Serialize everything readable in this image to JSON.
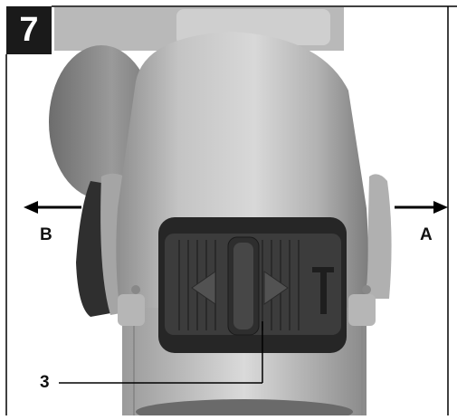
{
  "figure": {
    "number": "7",
    "label_a": "A",
    "label_b": "B",
    "label_3": "3",
    "colors": {
      "frame": "#000000",
      "badge": "#1a1a1a",
      "metal_light": "#c9c9c9",
      "metal_mid": "#a9a9a9",
      "metal_dark": "#6f6f6f",
      "rubber": "#3a3a3a",
      "rubber_dark": "#1e1e1e"
    }
  }
}
